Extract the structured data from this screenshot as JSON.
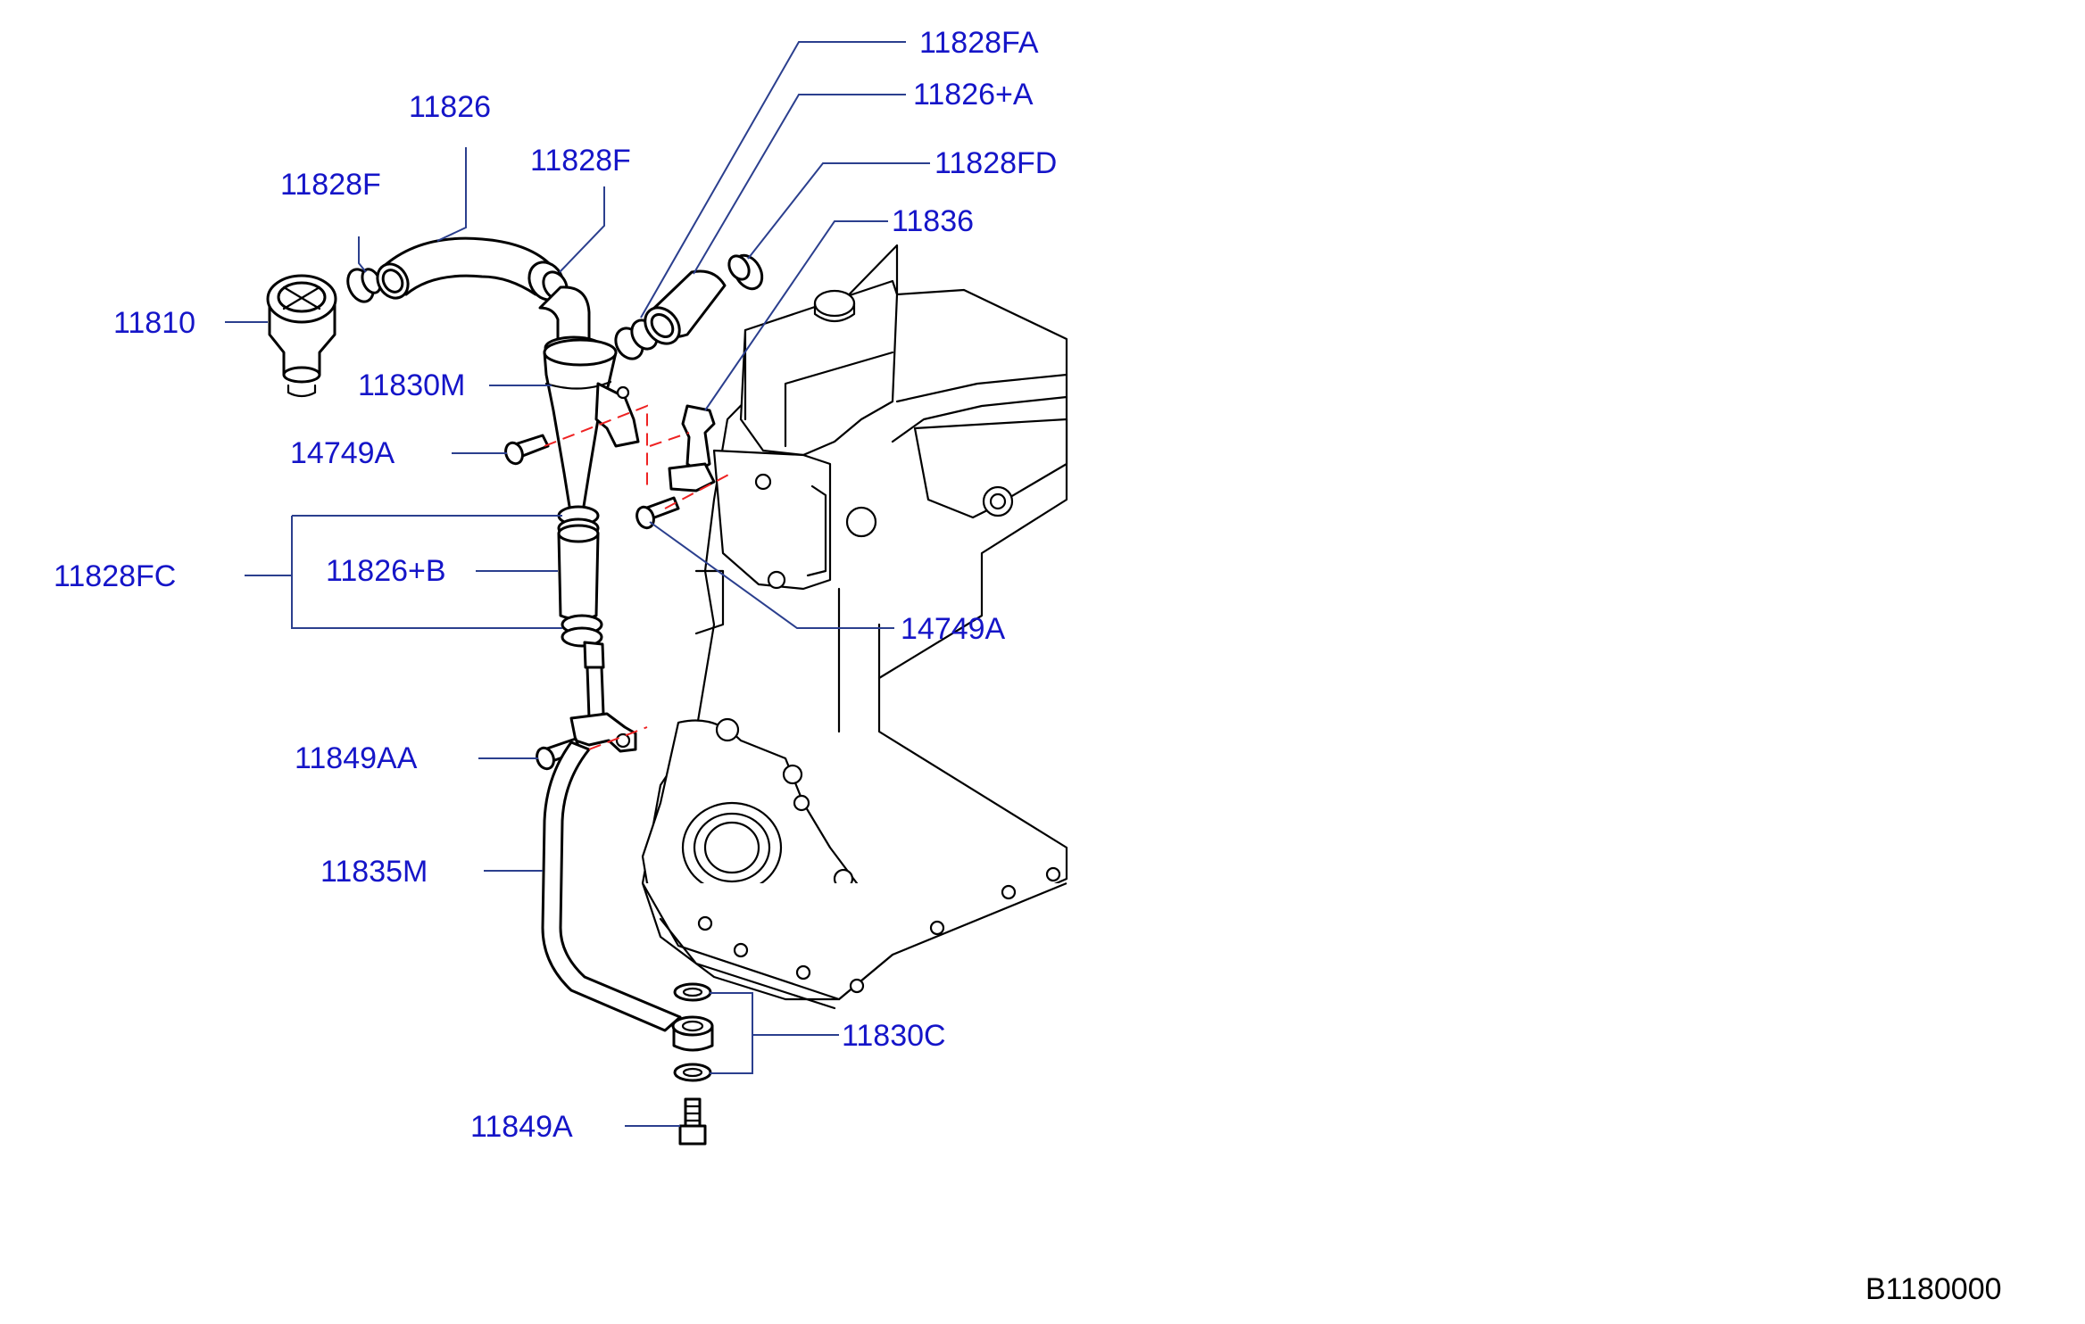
{
  "diagram_code": "B1180000",
  "callouts": [
    {
      "id": "c-11828FA",
      "label": "11828FA"
    },
    {
      "id": "c-11826-A",
      "label": "11826+A"
    },
    {
      "id": "c-11826",
      "label": "11826"
    },
    {
      "id": "c-11828FD",
      "label": "11828FD"
    },
    {
      "id": "c-11828F-right",
      "label": "11828F"
    },
    {
      "id": "c-11828F-left",
      "label": "11828F"
    },
    {
      "id": "c-11836",
      "label": "11836"
    },
    {
      "id": "c-11810",
      "label": "11810"
    },
    {
      "id": "c-11830M",
      "label": "11830M"
    },
    {
      "id": "c-14749A-left",
      "label": "14749A"
    },
    {
      "id": "c-11828FC",
      "label": "11828FC"
    },
    {
      "id": "c-11826-B",
      "label": "11826+B"
    },
    {
      "id": "c-14749A-right",
      "label": "14749A"
    },
    {
      "id": "c-11849AA",
      "label": "11849AA"
    },
    {
      "id": "c-11835M",
      "label": "11835M"
    },
    {
      "id": "c-11830C",
      "label": "11830C"
    },
    {
      "id": "c-11849A",
      "label": "11849A"
    }
  ]
}
